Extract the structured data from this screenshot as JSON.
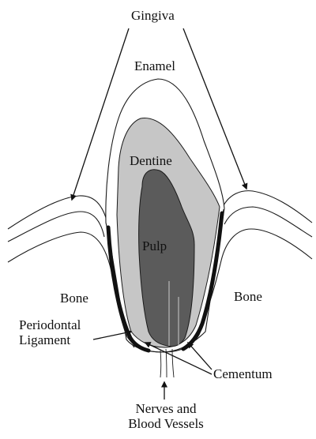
{
  "labels": {
    "gingiva": "Gingiva",
    "enamel": "Enamel",
    "dentine": "Dentine",
    "pulp": "Pulp",
    "bone_left": "Bone",
    "bone_right": "Bone",
    "periodontal_line1": "Periodontal",
    "periodontal_line2": "Ligament",
    "cementum": "Cementum",
    "nerves_line1": "Nerves and",
    "nerves_line2": "Blood Vessels"
  },
  "colors": {
    "enamel_fill": "#ffffff",
    "dentine_fill": "#c6c6c6",
    "pulp_fill": "#5b5b5b",
    "ligament": "#111111",
    "outline": "#1a1a1a"
  }
}
